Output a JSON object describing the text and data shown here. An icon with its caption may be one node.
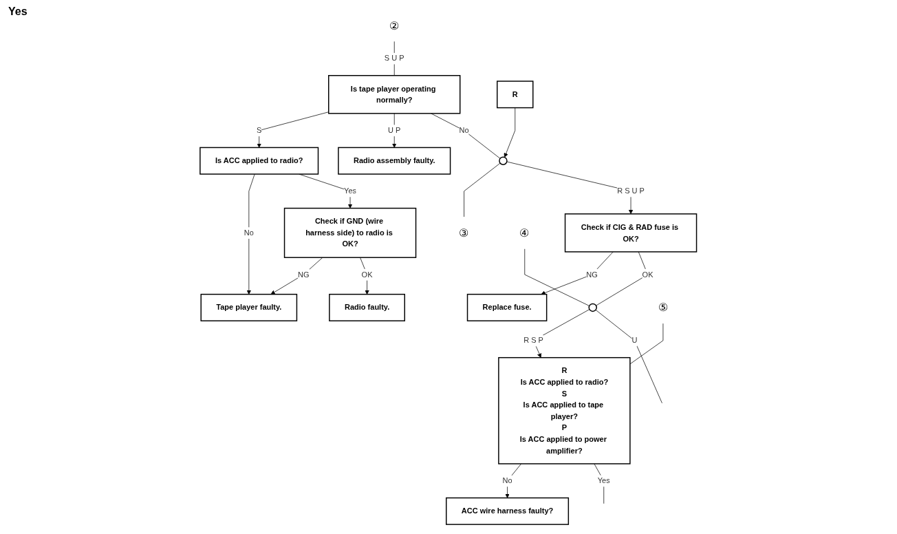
{
  "diagram": {
    "nodes": [
      {
        "text": [
          "②"
        ]
      },
      {
        "text": [
          "Is tape player operating normally?"
        ]
      },
      {
        "text": [],
        "shape": "circle"
      },
      {
        "text": [
          "R"
        ]
      },
      {
        "text": [
          "③"
        ]
      },
      {
        "text": [
          "Is ACC applied to radio?"
        ]
      },
      {
        "text": [
          "Tape player faulty."
        ]
      },
      {
        "text": [
          "Check if GND (wire harness side) to radio is OK?"
        ]
      },
      {
        "text": [
          "Radio faulty."
        ]
      },
      {
        "text": [
          "Radio assembly faulty."
        ]
      },
      {
        "text": [
          "Check if CIG & RAD fuse is OK?"
        ]
      },
      {
        "text": [
          "Replace fuse."
        ]
      },
      {
        "text": [],
        "shape": "circle"
      },
      {
        "text": [
          "④"
        ]
      },
      {
        "text": [
          "R",
          "Is ACC applied to radio?",
          "S",
          "Is ACC applied to tape player?",
          "P",
          "Is ACC applied to power amplifier?"
        ]
      },
      {
        "text": [
          "⑤"
        ]
      },
      {
        "text": [
          "ACC wire harness faulty?"
        ]
      }
    ],
    "edges": [
      {
        "from": 0,
        "to": 1,
        "arrow": "none",
        "label": "S U P"
      },
      {
        "from": 1,
        "to": 5,
        "arrow": "to",
        "label": "S"
      },
      {
        "from": 1,
        "to": 9,
        "arrow": "to",
        "label": "U P"
      },
      {
        "from": 1,
        "to": 2,
        "arrow": "none",
        "label": "No"
      },
      {
        "from": 3,
        "to": 2,
        "arrow": "to"
      },
      {
        "from": 2,
        "to": 4,
        "arrow": "none"
      },
      {
        "from": 2,
        "to": 10,
        "arrow": "to",
        "label": "R S U P"
      },
      {
        "from": 5,
        "to": 6,
        "arrow": "to",
        "label": "No"
      },
      {
        "from": 5,
        "to": 7,
        "arrow": "to",
        "label": "Yes"
      },
      {
        "from": 7,
        "to": 6,
        "arrow": "to",
        "label": "NG"
      },
      {
        "from": 7,
        "to": 8,
        "arrow": "to",
        "label": "OK"
      },
      {
        "from": 10,
        "to": 11,
        "arrow": "to",
        "label": "NG"
      },
      {
        "from": 10,
        "to": 12,
        "arrow": "none",
        "label": "OK"
      },
      {
        "from": 13,
        "to": 12,
        "arrow": "none"
      },
      {
        "from": 12,
        "to": 14,
        "arrow": "to",
        "label": "R S P"
      },
      {
        "from": 12,
        "to": null,
        "arrow": "none",
        "label": "U"
      },
      {
        "from": 15,
        "to": 14,
        "arrow": "none"
      },
      {
        "from": 14,
        "to": 16,
        "arrow": "to",
        "label": "No"
      },
      {
        "from": 14,
        "to": null,
        "arrow": "none",
        "label": "Yes"
      }
    ],
    "labels": [
      "Yes"
    ]
  }
}
